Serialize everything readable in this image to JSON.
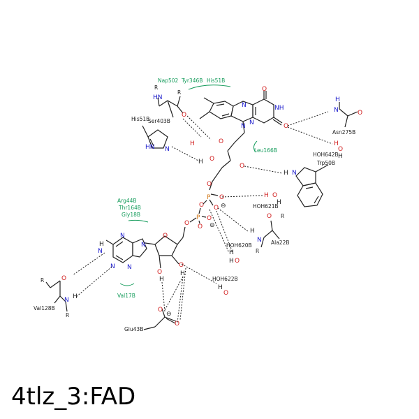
{
  "title": "4tlz_3:FAD",
  "residues": {
    "nap502": "Nap502",
    "tyr346": "Tyr346B",
    "his51_top": "His51B",
    "ser403": "Ser403B",
    "his51_left": "His51B",
    "leu166": "Leu166B",
    "asn275": "Asn275B",
    "hoh642": "HOH642B",
    "trp50": "Trp50B",
    "hoh621": "HOH621B",
    "ala22": "Ala22B",
    "hoh620": "HOH620B",
    "arg44": "Arg44B",
    "thr164": "Thr164B",
    "gly18": "Gly18B",
    "val128": "Val128B",
    "val17": "Val17B",
    "hoh622": "HOH622B",
    "glu43": "Glu43B"
  },
  "atoms": {
    "N": "N",
    "O": "O",
    "H": "H",
    "P": "P",
    "R": "R",
    "NH": "NH",
    "HN": "HN",
    "NH2": "N",
    "minus": "⊖"
  },
  "colors": {
    "nitrogen": "#1a1acc",
    "oxygen": "#d01c1c",
    "phosphorus": "#d07a1c",
    "hydrophobic_arc": "#139b5a",
    "bond": "#222222"
  }
}
